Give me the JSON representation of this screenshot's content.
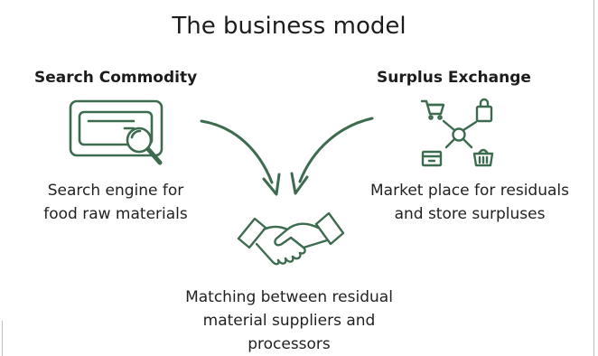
{
  "title": "The business model",
  "left": {
    "heading": "Search Commodity",
    "desc_line1": "Search engine for",
    "desc_line2": "food raw materials",
    "icon": "search-engine-icon"
  },
  "right": {
    "heading": "Surplus Exchange",
    "desc_line1": "Market place for residuals",
    "desc_line2": "and store surpluses",
    "icon": "network-exchange-icon"
  },
  "bottom": {
    "desc_line1": "Matching between residual",
    "desc_line2": "material suppliers and",
    "desc_line3": "processors",
    "icon": "handshake-icon"
  },
  "colors": {
    "accent": "#3d6b4f",
    "text": "#222222"
  }
}
